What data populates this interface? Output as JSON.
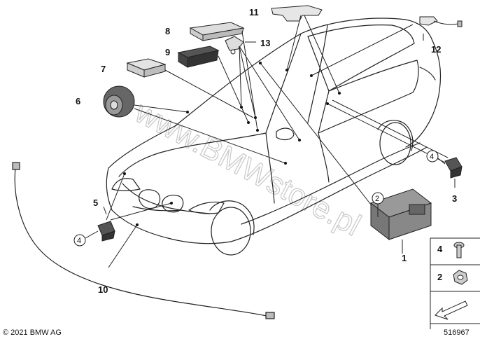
{
  "diagram": {
    "callouts": [
      {
        "id": "1",
        "label": "1"
      },
      {
        "id": "2",
        "label": "2"
      },
      {
        "id": "3",
        "label": "3"
      },
      {
        "id": "4",
        "label": "4"
      },
      {
        "id": "5",
        "label": "5"
      },
      {
        "id": "6",
        "label": "6"
      },
      {
        "id": "7",
        "label": "7"
      },
      {
        "id": "8",
        "label": "8"
      },
      {
        "id": "9",
        "label": "9"
      },
      {
        "id": "10",
        "label": "10"
      },
      {
        "id": "11",
        "label": "11"
      },
      {
        "id": "12",
        "label": "12"
      },
      {
        "id": "13",
        "label": "13"
      }
    ],
    "circled_refs": {
      "ref_4_right": "4",
      "ref_2_ecu": "2",
      "ref_4_left": "4"
    },
    "legend": [
      {
        "label": "4",
        "part": "bolt"
      },
      {
        "label": "2",
        "part": "nut"
      }
    ],
    "copyright": "© 2021 BMW AG",
    "diagram_number": "516967",
    "watermark": "www.BMWstore.pl"
  }
}
